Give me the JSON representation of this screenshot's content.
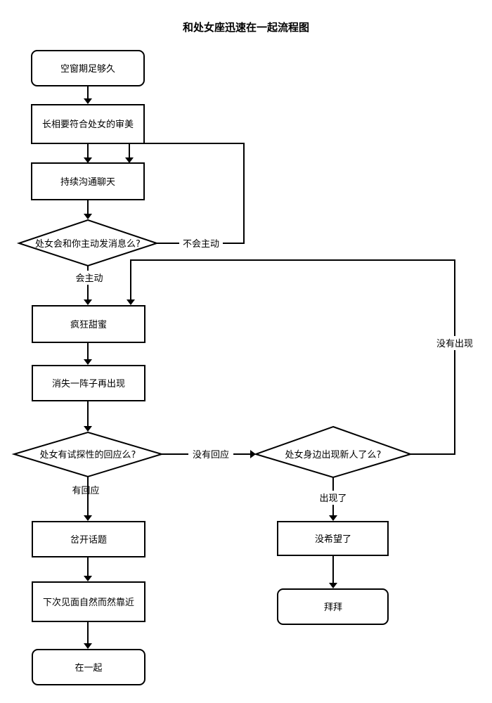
{
  "title": "和处女座迅速在一起流程图",
  "nodes": {
    "start": "空窗期足够久",
    "looks": "长相要符合处女的审美",
    "chat": "持续沟通聊天",
    "q_initiative": "处女会和你主动发消息么?",
    "sweet": "疯狂甜蜜",
    "disappear": "消失一阵子再出现",
    "q_response": "处女有试探性的回应么?",
    "q_newperson": "处女身边出现新人了么?",
    "topic": "岔开话题",
    "approach": "下次见面自然而然靠近",
    "together": "在一起",
    "hopeless": "没希望了",
    "bye": "拜拜"
  },
  "edge_labels": {
    "not_initiative": "不会主动",
    "initiative": "会主动",
    "no_response": "没有回应",
    "has_response": "有回应",
    "no_newperson": "没有出现",
    "newperson": "出现了"
  },
  "colors": {
    "stroke": "#000000",
    "fill": "#ffffff",
    "text": "#000000"
  }
}
